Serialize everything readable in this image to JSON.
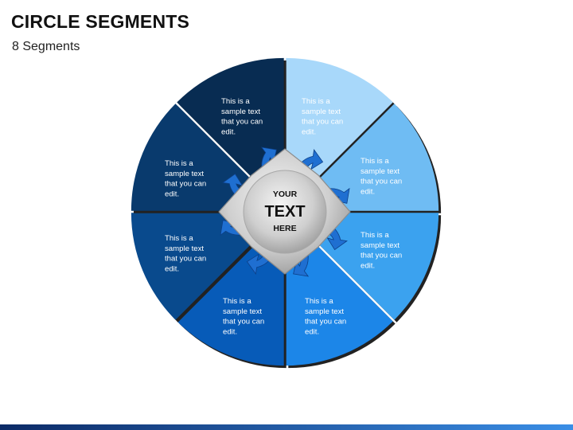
{
  "title": "CIRCLE SEGMENTS",
  "subtitle": "8 Segments",
  "hub": {
    "line1": "YOUR",
    "line2": "TEXT",
    "line3": "HERE"
  },
  "segments": [
    {
      "lines": [
        "This is a",
        "sample text",
        "that you can",
        "edit."
      ],
      "color": "#a8d8fa"
    },
    {
      "lines": [
        "This is a",
        "sample text",
        "that you can",
        "edit."
      ],
      "color": "#6fbcf3"
    },
    {
      "lines": [
        "This is a",
        "sample text",
        "that you can",
        "edit."
      ],
      "color": "#3ba2ef"
    },
    {
      "lines": [
        "This is a",
        "sample text",
        "that you can",
        "edit."
      ],
      "color": "#1c86e8"
    },
    {
      "lines": [
        "This is a",
        "sample text",
        "that you can",
        "edit."
      ],
      "color": "#075bb8"
    },
    {
      "lines": [
        "This is a",
        "sample text",
        "that you can",
        "edit."
      ],
      "color": "#094a8d"
    },
    {
      "lines": [
        "This is a",
        "sample text",
        "that you can",
        "edit."
      ],
      "color": "#093a6d"
    },
    {
      "lines": [
        "This is a",
        "sample text",
        "that you can",
        "edit."
      ],
      "color": "#082c52"
    }
  ],
  "colors": {
    "arrow": "#1f6fd1",
    "hub": "#bcbcbc",
    "footer_dark": "#0c2a66",
    "footer_light": "#3a8ee6"
  }
}
